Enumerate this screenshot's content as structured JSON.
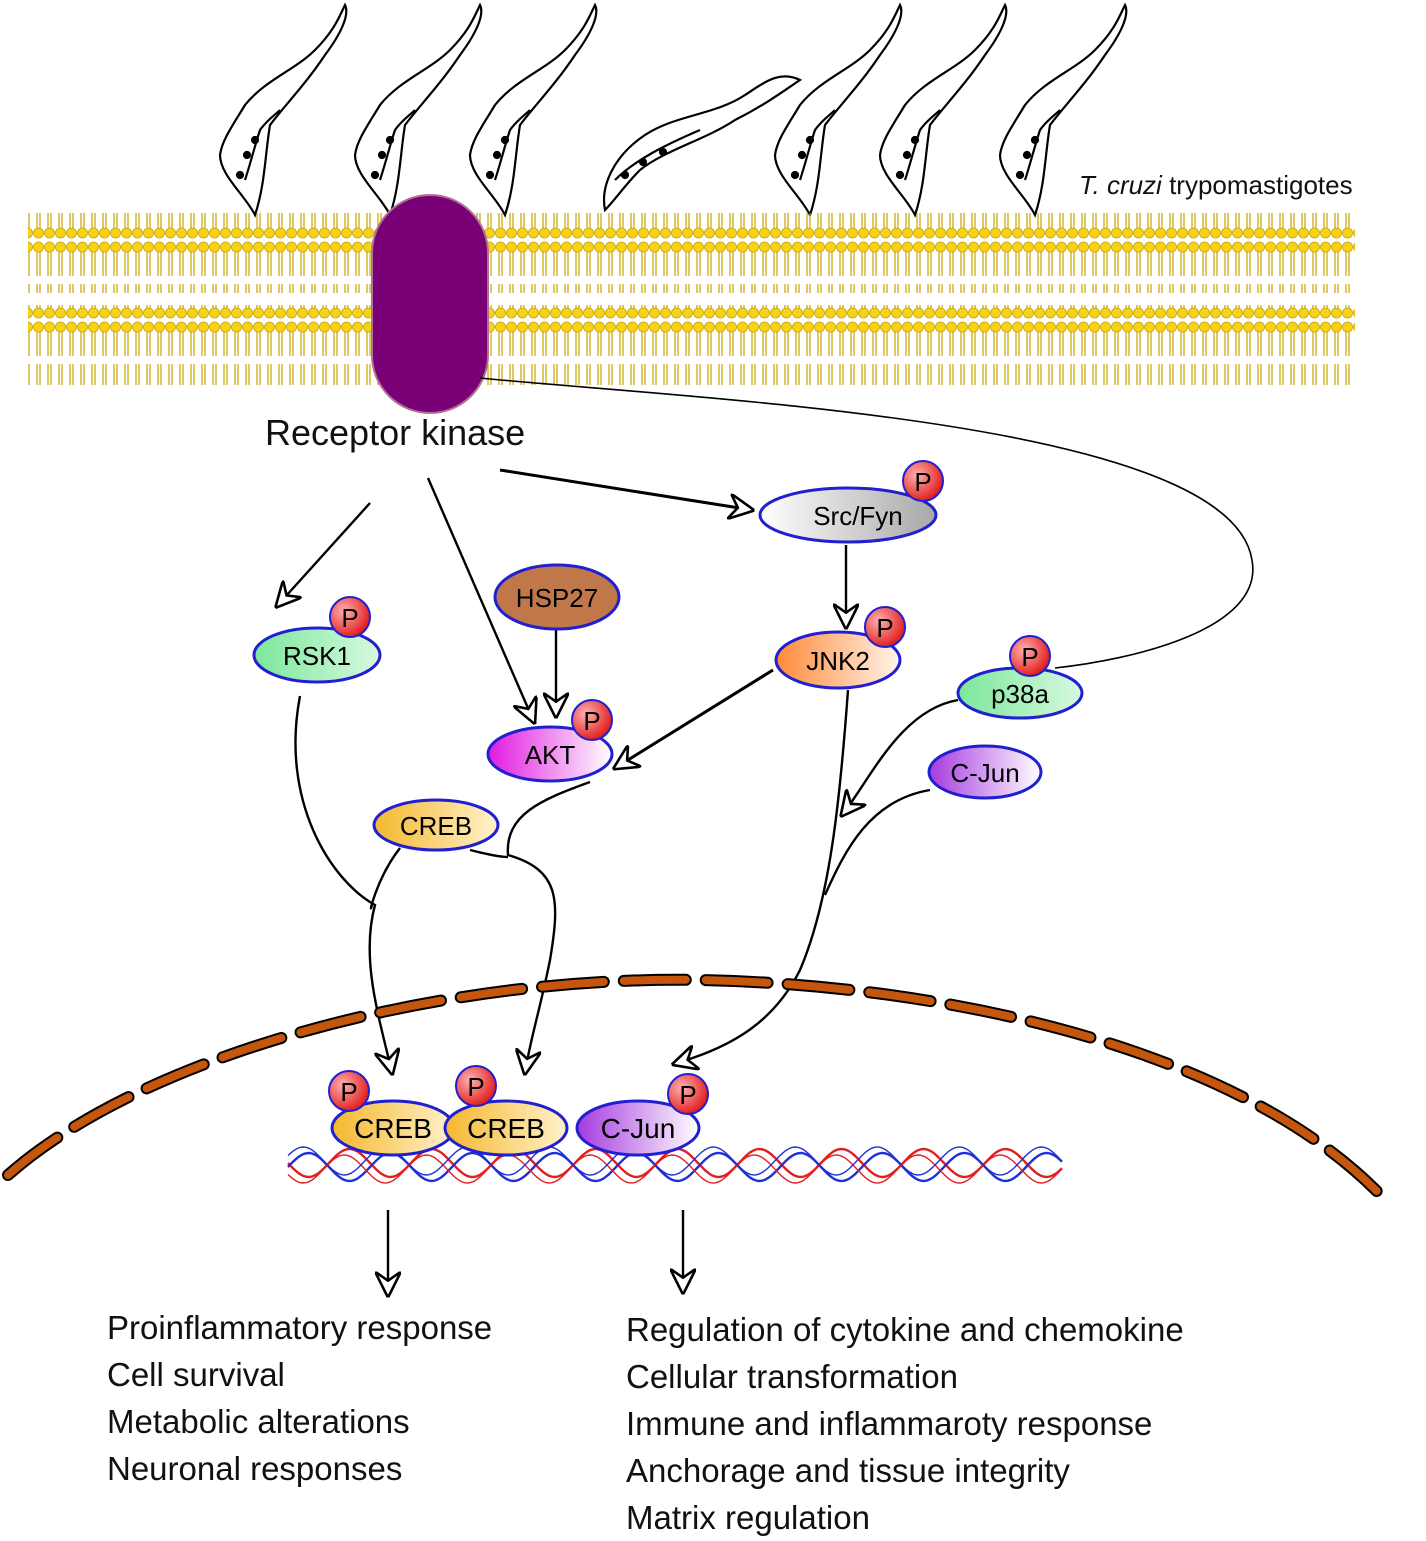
{
  "parasite_label": {
    "species": "T. cruzi",
    "stage": "trypomastigotes"
  },
  "receptor_label": "Receptor kinase",
  "phospho_label": "P",
  "proteins": {
    "src_fyn": "Src/Fyn",
    "hsp27": "HSP27",
    "rsk1": "RSK1",
    "jnk2": "JNK2",
    "p38a": "p38a",
    "akt": "AKT",
    "creb": "CREB",
    "c_jun": "C-Jun",
    "nuclear_creb_1": "CREB",
    "nuclear_creb_2": "CREB",
    "nuclear_c_jun": "C-Jun"
  },
  "outcomes_left": [
    "Proinflammatory response",
    "Cell survival",
    "Metabolic alterations",
    "Neuronal responses"
  ],
  "outcomes_right": [
    "Regulation of cytokine and chemokine",
    "Cellular transformation",
    "Immune and inflammaroty response",
    "Anchorage and tissue integrity",
    "Matrix regulation"
  ],
  "colors": {
    "membrane": "#f2c800",
    "receptor": "#7a0077",
    "nucleus_envelope": "#c4560d",
    "phospho": "#e02020",
    "node_outline": "#2020d0"
  }
}
